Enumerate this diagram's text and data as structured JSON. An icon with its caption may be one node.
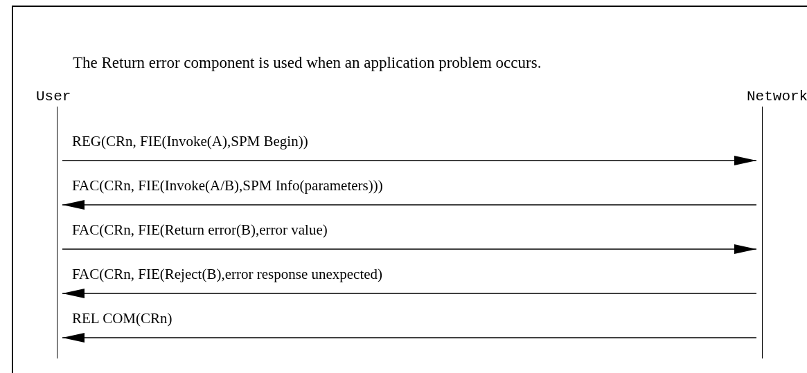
{
  "diagram": {
    "title": "The Return error component is used when an application problem occurs.",
    "nodes": [
      {
        "text": [
          "User"
        ]
      },
      {
        "text": [
          "Network"
        ]
      }
    ],
    "edges": [
      {
        "from": 0,
        "to": 1,
        "arrow": "to",
        "label": "REG(CRn, FIE(Invoke(A),SPM Begin))"
      },
      {
        "from": 1,
        "to": 0,
        "arrow": "to",
        "label": "FAC(CRn, FIE(Invoke(A/B),SPM Info(parameters)))"
      },
      {
        "from": 0,
        "to": 1,
        "arrow": "to",
        "label": "FAC(CRn, FIE(Return error(B),error value)"
      },
      {
        "from": 1,
        "to": 0,
        "arrow": "to",
        "label": "FAC(CRn, FIE(Reject(B),error response unexpected)"
      },
      {
        "from": 1,
        "to": 0,
        "arrow": "to",
        "label": "REL COM(CRn)"
      }
    ]
  }
}
